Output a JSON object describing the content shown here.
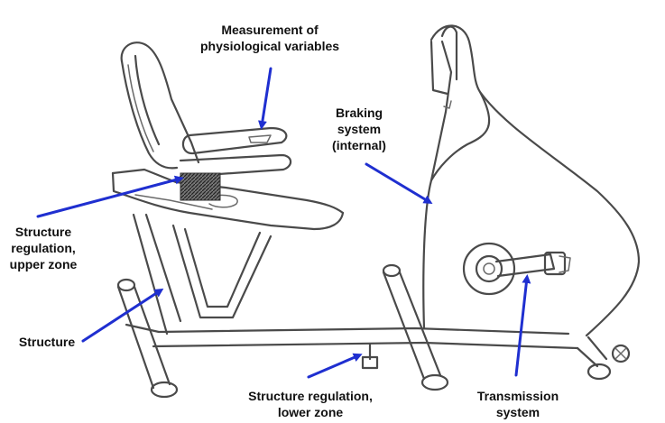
{
  "labels": {
    "measurement": [
      "Measurement of",
      "physiological variables"
    ],
    "braking": [
      "Braking",
      "system",
      "(internal)"
    ],
    "structure_upper": [
      "Structure",
      "regulation,",
      "upper zone"
    ],
    "structure": [
      "Structure"
    ],
    "structure_lower": [
      "Structure regulation,",
      "lower zone"
    ],
    "transmission": [
      "Transmission",
      "system"
    ]
  },
  "colors": {
    "arrow": "#1f2fd0",
    "sketch": "#4a4a4a",
    "text": "#111111"
  }
}
